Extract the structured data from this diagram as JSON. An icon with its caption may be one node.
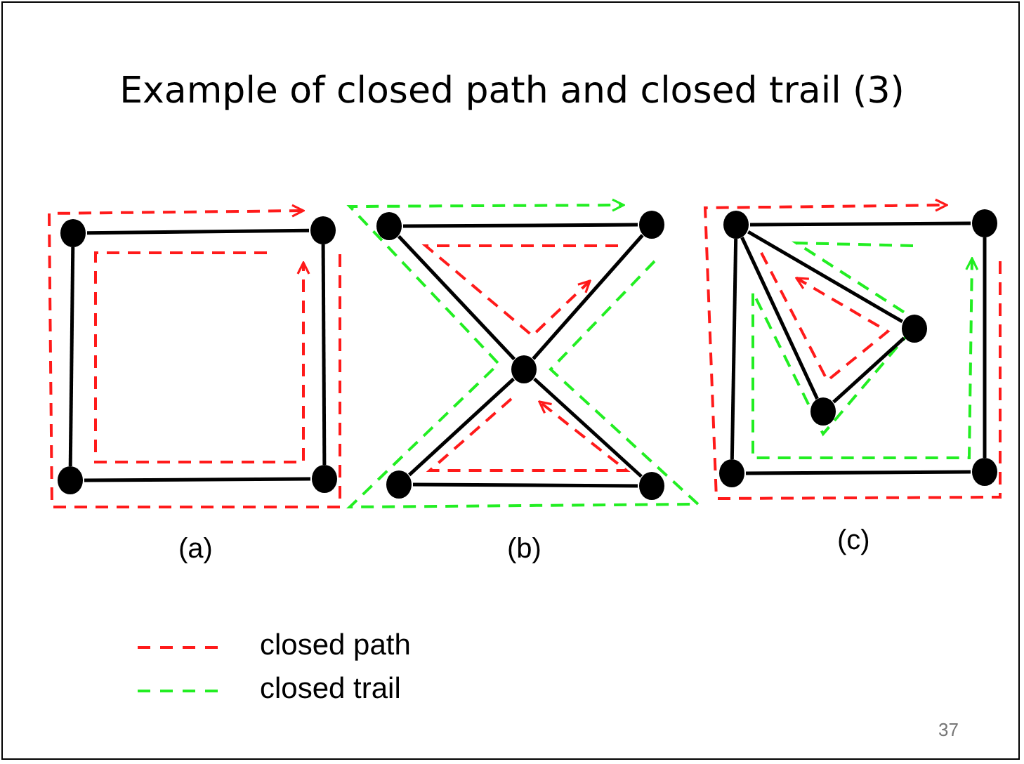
{
  "diagram": {
    "title": "Example of closed path and closed trail (3)",
    "nodes": [
      {
        "text": [],
        "shape": "circle"
      },
      {
        "text": [],
        "shape": "circle"
      },
      {
        "text": [],
        "shape": "circle"
      },
      {
        "text": [],
        "shape": "circle"
      },
      {
        "text": [],
        "shape": "circle"
      },
      {
        "text": [],
        "shape": "circle"
      },
      {
        "text": [],
        "shape": "circle"
      },
      {
        "text": [],
        "shape": "circle"
      },
      {
        "text": [],
        "shape": "circle"
      },
      {
        "text": [],
        "shape": "circle"
      },
      {
        "text": [],
        "shape": "circle"
      },
      {
        "text": [],
        "shape": "circle"
      },
      {
        "text": [],
        "shape": "circle"
      },
      {
        "text": [],
        "shape": "circle"
      },
      {
        "text": [],
        "shape": "circle"
      }
    ],
    "edges": [
      {
        "from": 0,
        "to": 1,
        "arrow": "none"
      },
      {
        "from": 1,
        "to": 3,
        "arrow": "none"
      },
      {
        "from": 3,
        "to": 2,
        "arrow": "none"
      },
      {
        "from": 2,
        "to": 0,
        "arrow": "none"
      },
      {
        "from": 4,
        "to": 5,
        "arrow": "none"
      },
      {
        "from": 4,
        "to": 6,
        "arrow": "none"
      },
      {
        "from": 5,
        "to": 6,
        "arrow": "none"
      },
      {
        "from": 6,
        "to": 7,
        "arrow": "none"
      },
      {
        "from": 6,
        "to": 8,
        "arrow": "none"
      },
      {
        "from": 7,
        "to": 8,
        "arrow": "none"
      },
      {
        "from": 9,
        "to": 10,
        "arrow": "none"
      },
      {
        "from": 10,
        "to": 14,
        "arrow": "none"
      },
      {
        "from": 14,
        "to": 13,
        "arrow": "none"
      },
      {
        "from": 13,
        "to": 9,
        "arrow": "none"
      },
      {
        "from": 9,
        "to": 11,
        "arrow": "none"
      },
      {
        "from": 9,
        "to": 12,
        "arrow": "none"
      },
      {
        "from": 11,
        "to": 12,
        "arrow": "none"
      }
    ],
    "labels": [
      "(a)",
      "(b)",
      "(c)",
      "37"
    ],
    "legend": [
      {
        "text": "closed path"
      },
      {
        "text": "closed trail"
      }
    ]
  }
}
